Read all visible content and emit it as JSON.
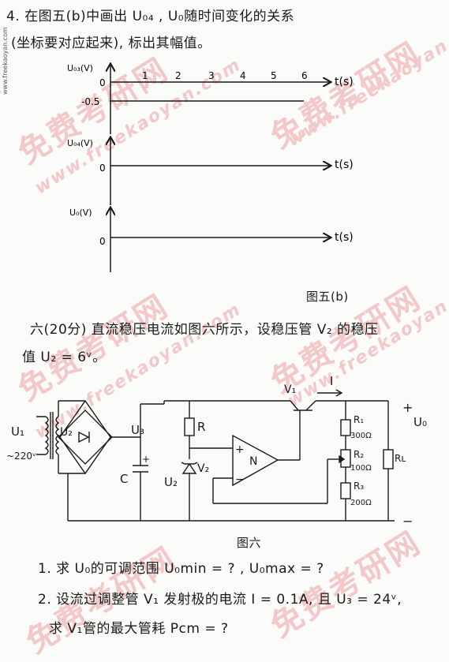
{
  "watermark": {
    "brand_cn": "免费考研网",
    "url": "www.freekaoyan.com"
  },
  "top_url": "www.freekaoyan.com",
  "question4": {
    "line1": "4. 在图五(b)中画出 U₀₄ , U₀随时间变化的关系",
    "line2": "(坐标要对应起来), 标出其幅值。"
  },
  "graph_u03": {
    "ylabel": "U₀₃(V)",
    "zero": "0",
    "neg": "-0.5",
    "ticks": [
      "1",
      "2",
      "3",
      "4",
      "5",
      "6"
    ],
    "xlabel": "t(s)"
  },
  "graph_u04": {
    "ylabel": "U₀₄(V)",
    "zero": "0",
    "xlabel": "t(s)"
  },
  "graph_u0": {
    "ylabel": "U₀(V)",
    "zero": "0",
    "xlabel": "t(s)"
  },
  "figure5b_caption": "图五(b)",
  "question6": {
    "line1": "六(20分) 直流稳压电流如图六所示，设稳压管 V₂ 的稳压",
    "line2": "值 U₂ = 6ᵛ。"
  },
  "circuit": {
    "u1": "U₁",
    "u2": "U₂",
    "ac": "~220ᵛ",
    "u3": "U₃",
    "r": "R",
    "c": "C",
    "plus_c": "+",
    "v2": "V₂",
    "vz": "U₂",
    "opamp_plus": "+",
    "opamp_minus": "−",
    "opamp_n": "N",
    "v1": "V₁",
    "current": "I",
    "r1": "R₁",
    "r1_val": "300Ω",
    "r2": "R₂",
    "r2_val": "100Ω",
    "r3": "R₃",
    "r3_val": "200Ω",
    "rl": "Rʟ",
    "out_plus": "+",
    "out_label": "U₀",
    "out_minus": "−"
  },
  "figure6_caption": "图六",
  "subq1": "1. 求 U₀的可调范围 U₀min = ? , U₀max = ?",
  "subq2_line1": "2. 设流过调整管 V₁ 发射极的电流 I = 0.1A, 且 U₃ = 24ᵛ,",
  "subq2_line2": "求 V₁管的最大管耗 Pcm = ?"
}
